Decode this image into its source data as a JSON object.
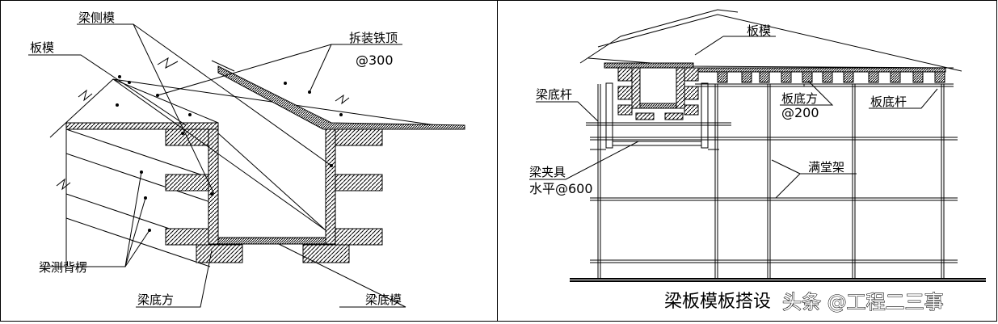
{
  "left_panel": {
    "labels": {
      "beam_side_form": "梁侧模",
      "slab_form": "板模",
      "demountable_top": "拆装铁顶",
      "spacing": "@300",
      "beam_side_back_wale": "梁测背楞",
      "beam_bottom_timber": "梁底方",
      "beam_bottom_form": "梁底模"
    }
  },
  "right_panel": {
    "labels": {
      "slab_form": "板模",
      "beam_bottom_bar": "梁底杆",
      "slab_bottom_timber": "板底方",
      "slab_spacing": "@200",
      "slab_bottom_bar": "板底杆",
      "beam_clamp": "梁夹具",
      "horizontal_spacing": "水平@600",
      "full_scaffold": "满堂架"
    },
    "title": "梁板模板搭设",
    "watermark": "头条 @工程二三事"
  }
}
